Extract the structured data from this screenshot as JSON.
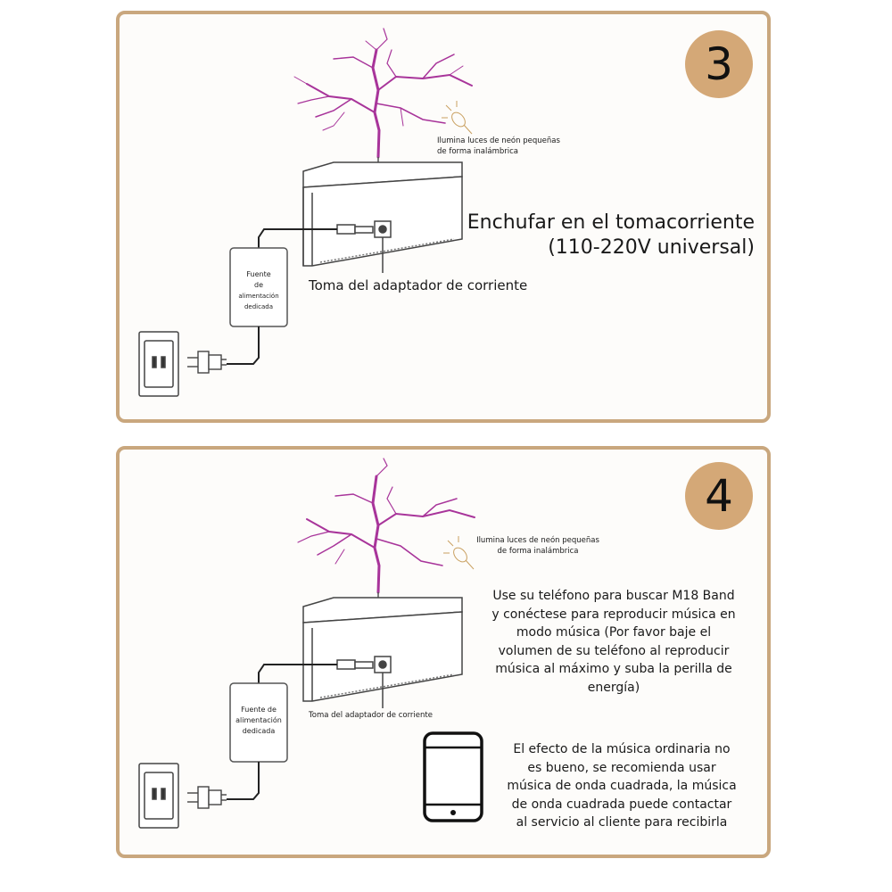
{
  "step3": {
    "number": "3",
    "neon_note": "Ilumina luces de neón pequeñas de forma inalámbrica",
    "plug_instruction_line1": "Enchufar en el tomacorriente",
    "plug_instruction_line2": "(110-220V universal)",
    "adapter_label": "Toma del adaptador de corriente",
    "power_box": [
      "Fuente",
      "de",
      "alimentación dedicada"
    ]
  },
  "step4": {
    "number": "4",
    "neon_note_line1": "Ilumina luces de neón pequeñas",
    "neon_note_line2": "de forma inalámbrica",
    "adapter_label": "Toma del adaptador de corriente",
    "power_box": [
      "Fuente de",
      "alimentación",
      "dedicada"
    ],
    "instructions": [
      "Use su teléfono para buscar M18 Band",
      "y conéctese para reproducir música en",
      "modo música (Por favor baje el",
      "volumen de su teléfono al reproducir",
      "música al máximo y suba la perilla de",
      "energía)"
    ],
    "music_tip": [
      "El efecto de la música ordinaria no",
      "es bueno, se recomienda usar",
      "música de onda cuadrada, la música",
      "de onda cuadrada puede contactar",
      "al servicio al cliente para recibirla"
    ]
  },
  "colors": {
    "panel_border": "#c9a77e",
    "badge": "#d4a877",
    "lightning": "#a8349a"
  },
  "icons": [
    "lightning-tree-icon",
    "neon-bulb-icon",
    "tesla-coil-box-icon",
    "power-supply-icon",
    "wall-outlet-icon",
    "plug-icon",
    "phone-icon"
  ]
}
